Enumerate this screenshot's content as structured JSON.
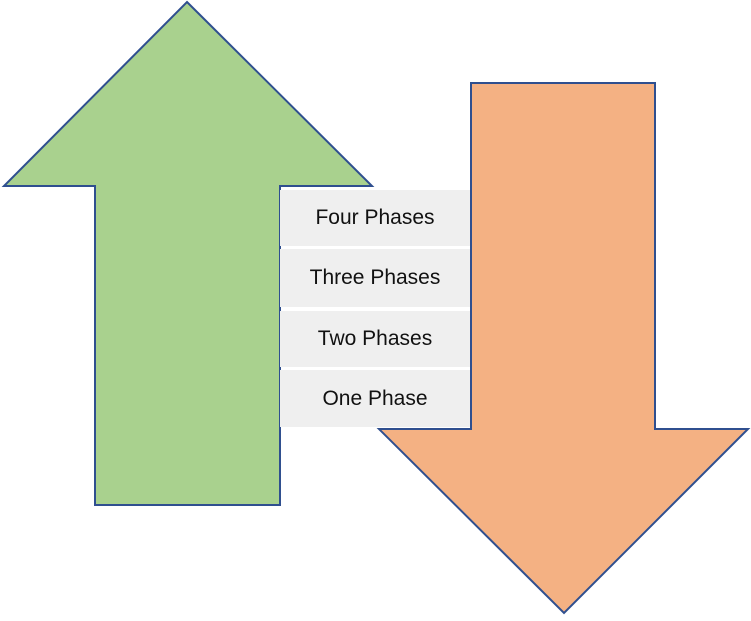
{
  "diagram": {
    "colors": {
      "up_arrow_fill": "#a9d18e",
      "down_arrow_fill": "#f4b183",
      "arrow_stroke": "#2f4f8f",
      "label_background": "#efefef",
      "label_text": "#111111"
    },
    "phases": [
      {
        "label": "Four Phases"
      },
      {
        "label": "Three Phases"
      },
      {
        "label": "Two Phases"
      },
      {
        "label": "One Phase"
      }
    ]
  }
}
